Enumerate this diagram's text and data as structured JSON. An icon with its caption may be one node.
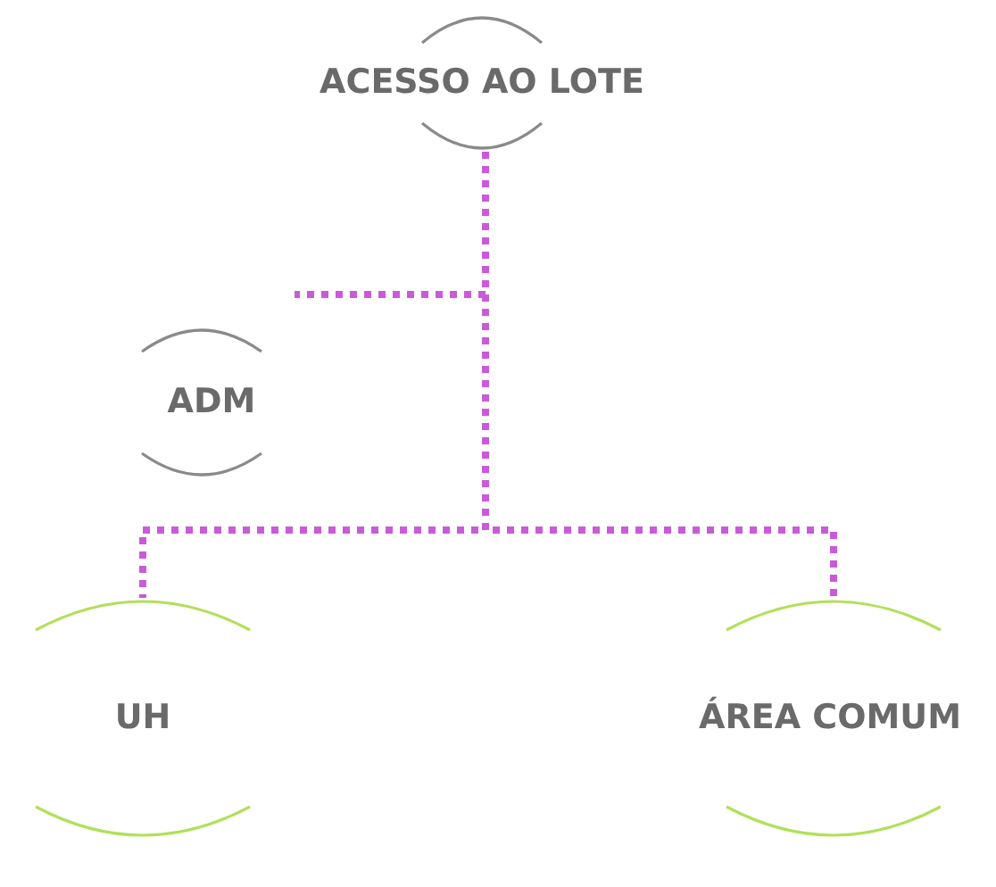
{
  "diagram": {
    "nodes": [
      {
        "text": [
          "ACESSO AO LOTE"
        ]
      },
      {
        "text": [
          "ADM"
        ]
      },
      {
        "text": [
          "UH"
        ]
      },
      {
        "text": [
          "ÁREA COMUM"
        ]
      }
    ],
    "edges": [
      {
        "from": 0,
        "to": 1,
        "arrow": "none",
        "style": "dashed"
      },
      {
        "from": 0,
        "to": 2,
        "arrow": "none",
        "style": "dashed"
      },
      {
        "from": 0,
        "to": 3,
        "arrow": "none",
        "style": "dashed"
      }
    ]
  }
}
